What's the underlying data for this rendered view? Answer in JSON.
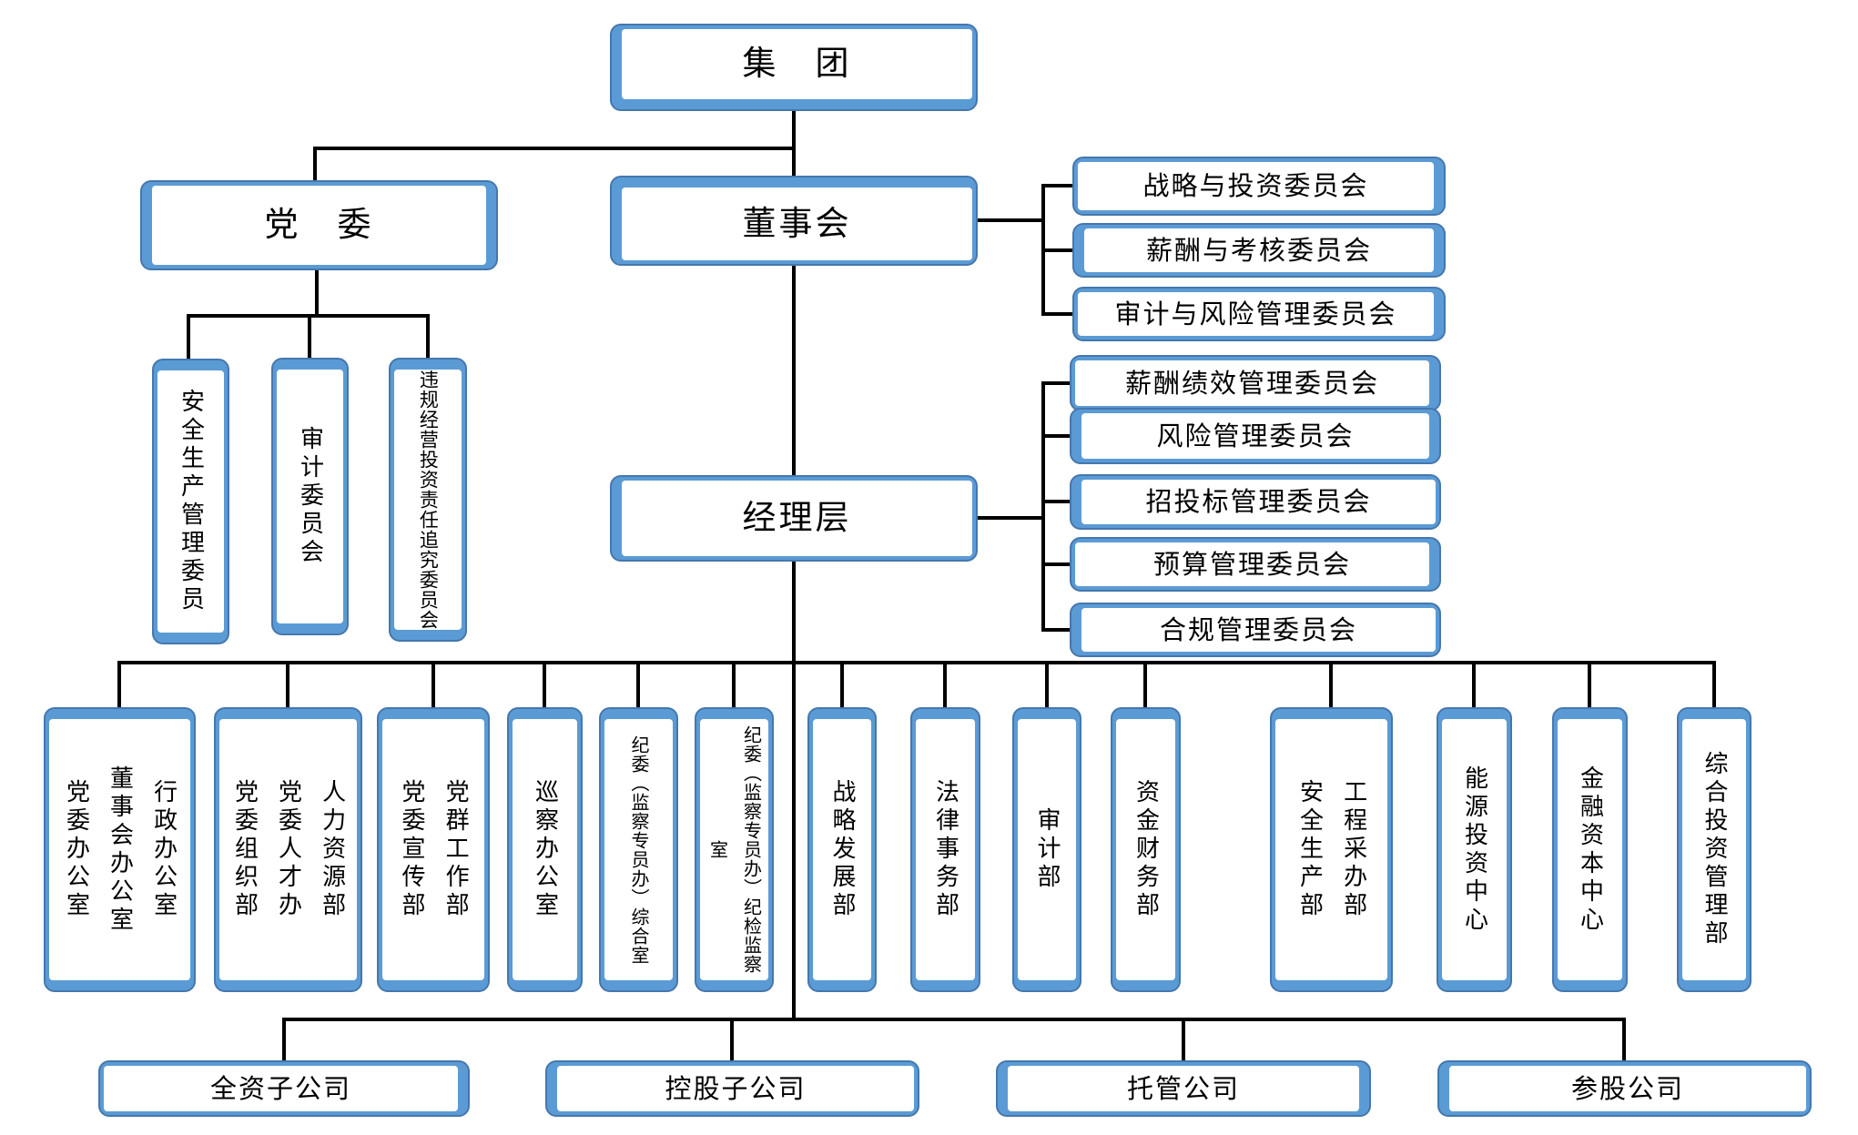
{
  "root": {
    "label": "集　团"
  },
  "party": {
    "label": "党　委",
    "children": [
      "安全生产管理委员",
      "审计委员会",
      "违规经营投资责任追究委员会"
    ]
  },
  "board": {
    "label": "董事会",
    "committees": [
      "战略与投资委员会",
      "薪酬与考核委员会",
      "审计与风险管理委员会"
    ]
  },
  "management": {
    "label": "经理层",
    "committees": [
      "薪酬绩效管理委员会",
      "风险管理委员会",
      "招投标管理委员会",
      "预算管理委员会",
      "合规管理委员会"
    ]
  },
  "departments": [
    "行政办公室\n董事会办公室\n党委办公室",
    "人力资源部\n党委人才办\n党委组织部",
    "党群工作部\n党委宣传部",
    "巡察办公室",
    "纪委（监察专员办）综合室",
    "纪委（监察专员办）纪检监察室",
    "战略发展部",
    "法律事务部",
    "审计部",
    "资金财务部",
    "工程采办部\n安全生产部",
    "能源投资中心",
    "金融资本中心",
    "综合投资管理部"
  ],
  "companies": [
    "全资子公司",
    "控股子公司",
    "托管公司",
    "参股公司"
  ],
  "colors": {
    "accent": "#5B9BD5",
    "accent_border": "#4577AD",
    "connector": "#000000"
  }
}
